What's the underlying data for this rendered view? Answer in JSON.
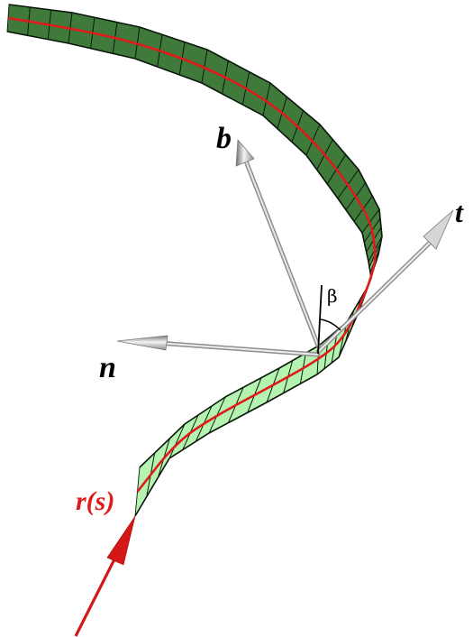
{
  "labels": {
    "b": "b",
    "t": "t",
    "n": "n",
    "beta": "β",
    "curve": "r(s)"
  },
  "colors": {
    "strip_dark": "#3f7a3a",
    "strip_light": "#b4f4b0",
    "strip_edge": "#0a160a",
    "center_curve": "#e01a1a",
    "vector": "#a8a8a8",
    "vector_highlight": "#f2f2f2",
    "curve_label": "#e01a1a"
  }
}
